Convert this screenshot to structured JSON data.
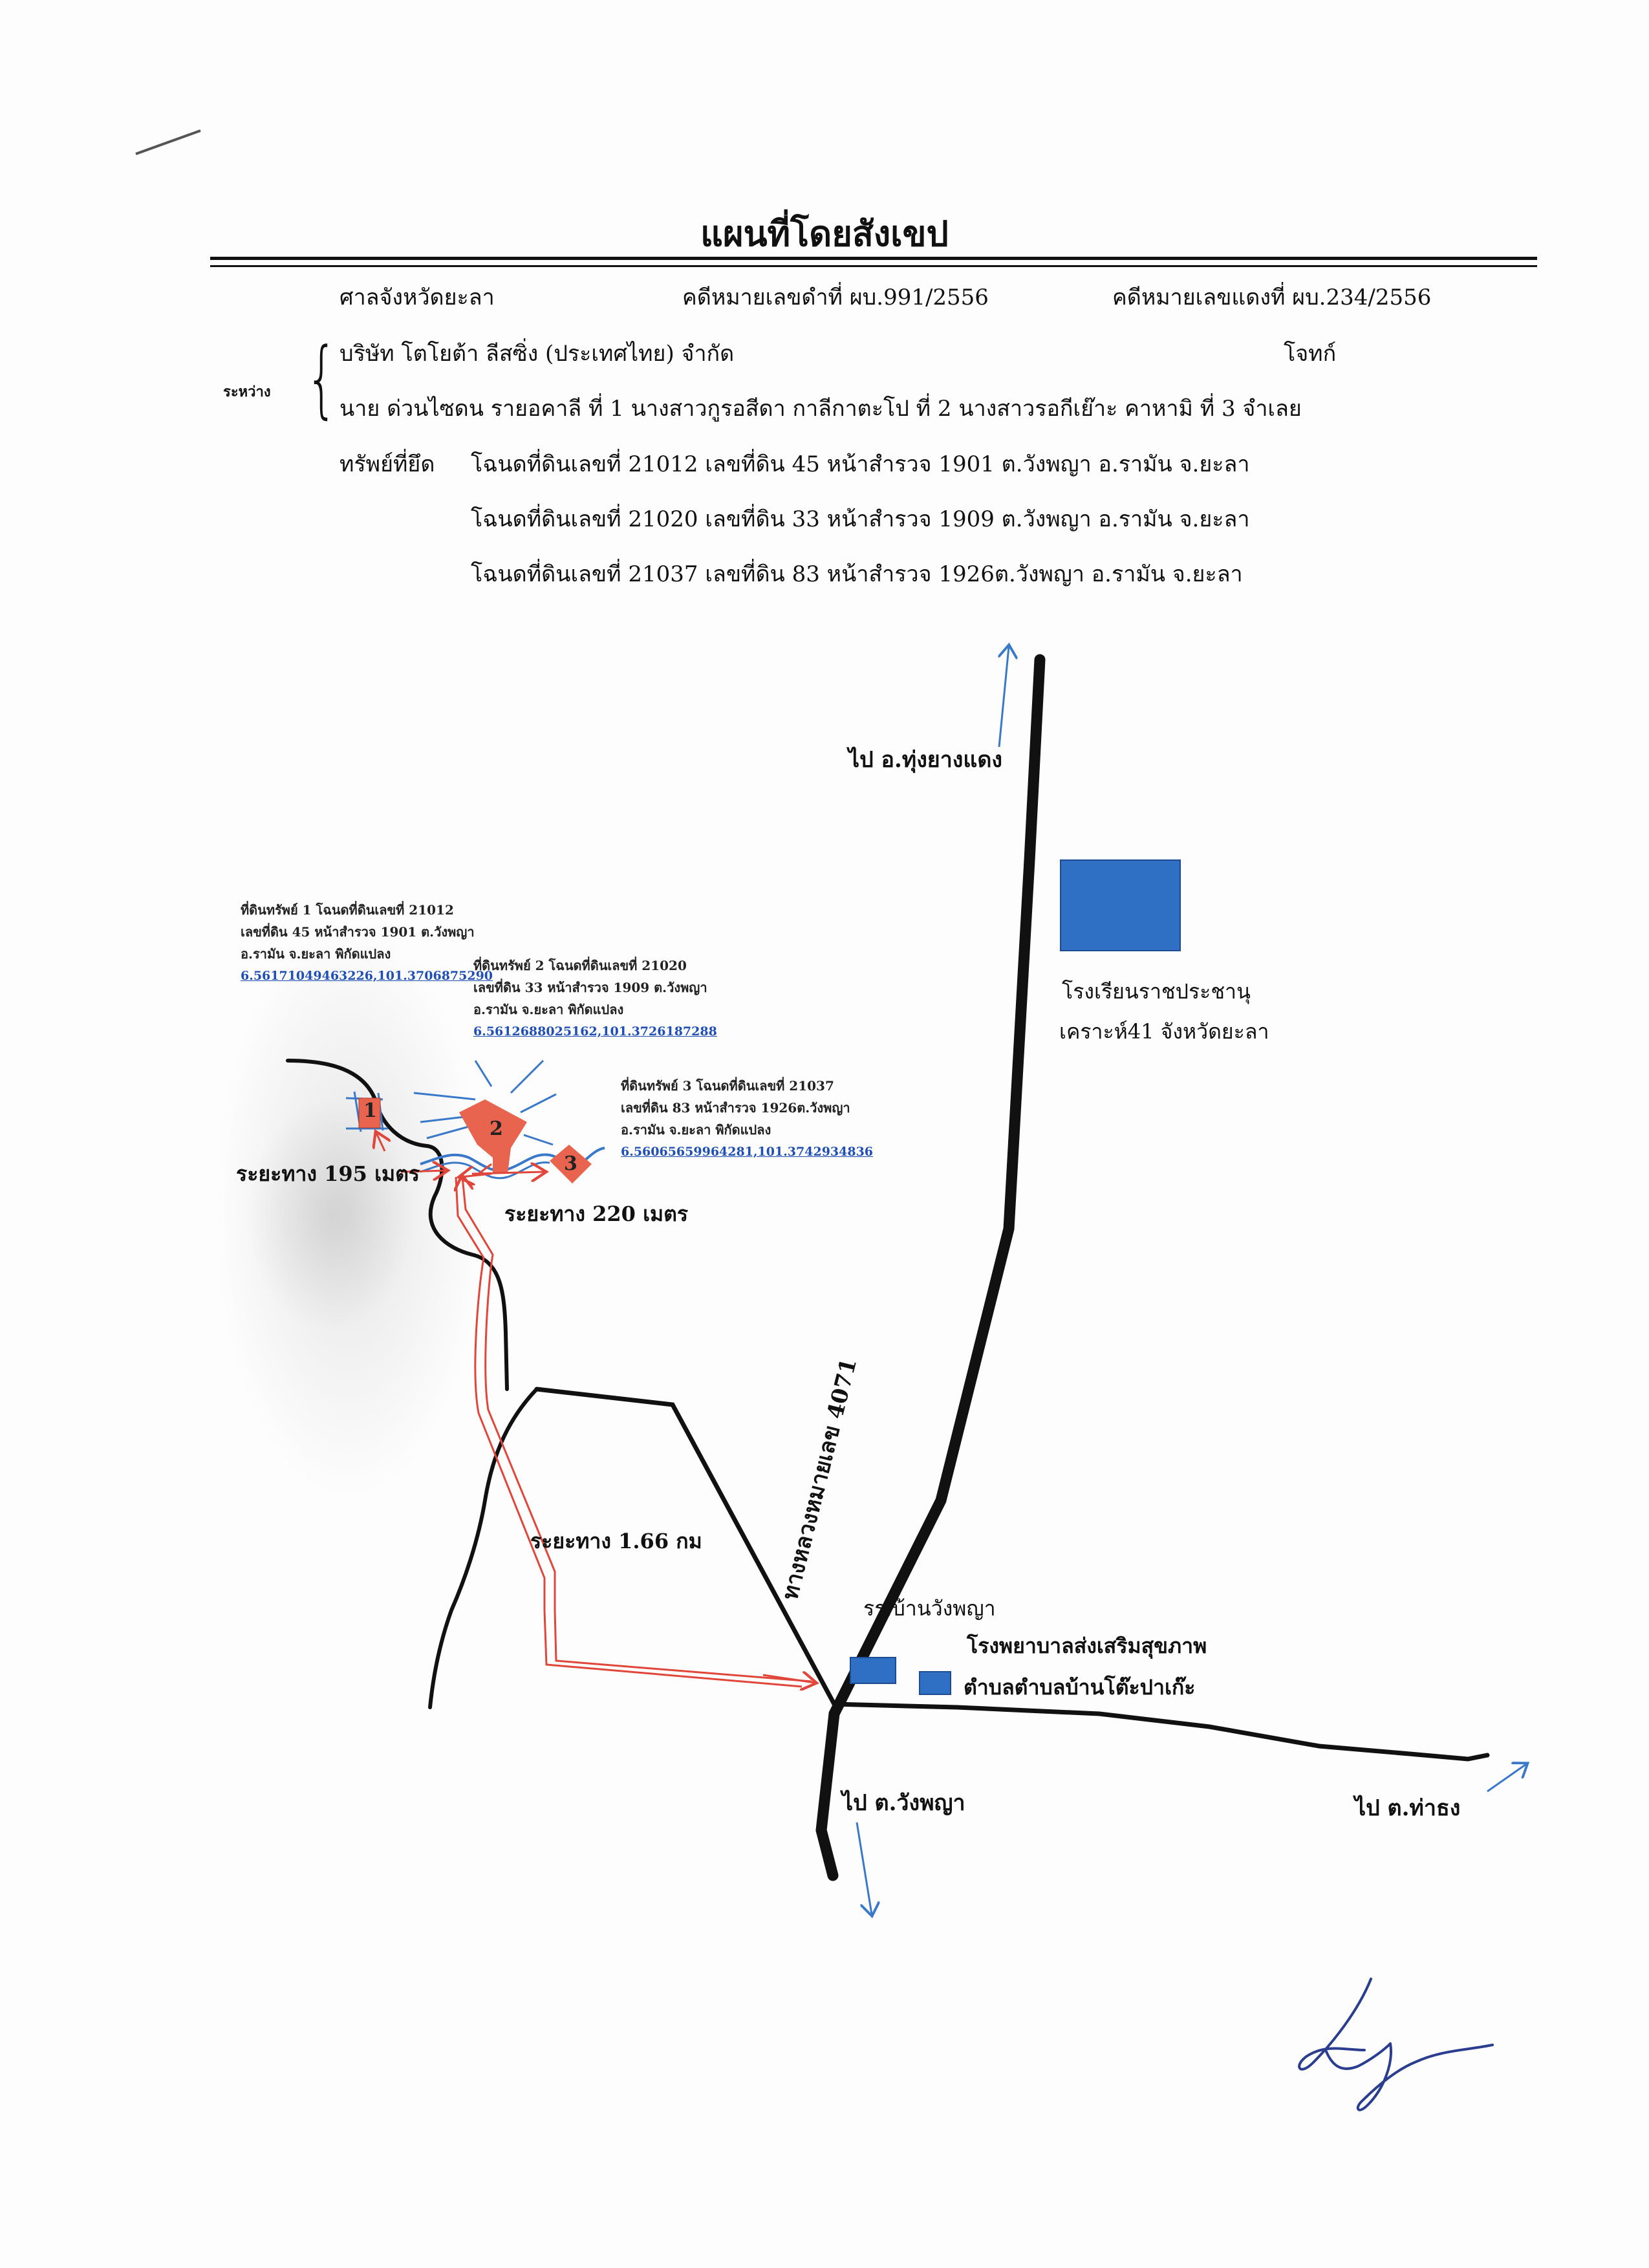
{
  "title": "แผนที่โดยสังเขป",
  "header": {
    "court": "ศาลจังหวัดยะลา",
    "black_case": "คดีหมายเลขดำที่  ผบ.991/2556",
    "red_case": "คดีหมายเลขแดงที่ ผบ.234/2556",
    "between_label": "ระหว่าง",
    "plaintiff_name": "บริษัท  โตโยต้า ลีสซิ่ง (ประเทศไทย) จำกัด",
    "plaintiff_role": "โจทก์",
    "defendants": "นาย ด่วนไซดน รายอคาลี ที่ 1 นางสาวกูรอสีดา กาลีกาตะโป ที่ 2 นางสาวรอกีเย๊าะ คาหามิ ที่ 3  จำเลย",
    "seized_label": "ทรัพย์ที่ยึด",
    "deeds": [
      "โฉนดที่ดินเลขที่ 21012 เลขที่ดิน 45 หน้าสำรวจ 1901 ต.วังพญา อ.รามัน จ.ยะลา",
      "โฉนดที่ดินเลขที่ 21020 เลขที่ดิน 33 หน้าสำรวจ 1909 ต.วังพญา อ.รามัน จ.ยะลา",
      "โฉนดที่ดินเลขที่ 21037 เลขที่ดิน 83 หน้าสำรวจ 1926ต.วังพญา อ.รามัน จ.ยะลา"
    ]
  },
  "plots": [
    {
      "number": "1",
      "lines": [
        "ที่ดินทรัพย์ 1 โฉนดที่ดินเลขที่ 21012",
        "เลขที่ดิน 45 หน้าสำรวจ 1901 ต.วังพญา",
        "อ.รามัน จ.ยะลา  พิกัดแปลง"
      ],
      "coords": "6.56171049463226,101.3706875290"
    },
    {
      "number": "2",
      "lines": [
        "ที่ดินทรัพย์ 2 โฉนดที่ดินเลขที่ 21020",
        "เลขที่ดิน 33 หน้าสำรวจ 1909 ต.วังพญา",
        "อ.รามัน จ.ยะลา  พิกัดแปลง"
      ],
      "coords": "6.5612688025162,101.3726187288"
    },
    {
      "number": "3",
      "lines": [
        "ที่ดินทรัพย์ 3 โฉนดที่ดินเลขที่ 21037",
        "เลขที่ดิน 83 หน้าสำรวจ 1926ต.วังพญา",
        "อ.รามัน จ.ยะลา พิกัดแปลง"
      ],
      "coords": "6.56065659964281,101.3742934836"
    }
  ],
  "map_labels": {
    "to_thung_yang_daeng": "ไป อ.ทุ่งยางแดง",
    "school_name_1": "โรงเรียนราชประชานุ",
    "school_name_2": "เคราะห์41 จังหวัดยะลา",
    "distance_195": "ระยะทาง 195 เมตร",
    "distance_220": "ระยะทาง 220 เมตร",
    "distance_166": "ระยะทาง 1.66 กม",
    "highway": "ทางหลวงหมายเลข 4071",
    "school_wang_phaya": "รร.บ้านวังพญา",
    "hospital_1": "โรงพยาบาลส่งเสริมสุขภาพ",
    "hospital_2": "ตำบลตำบลบ้านโต๊ะปาเก๊ะ",
    "to_wang_phaya": "ไป ต.วังพญา",
    "to_tha_thong": "ไป ต.ท่าธง"
  },
  "colors": {
    "road": "#111111",
    "route": "#e0463a",
    "plot_fill": "#e8644f",
    "building_fill": "#2f6fc4",
    "arrow": "#3a78c9",
    "stream": "#3a78c9",
    "link": "#1f4fb5"
  },
  "icons": [
    "signature-mark",
    "north-arrow",
    "south-arrow",
    "east-arrow"
  ]
}
